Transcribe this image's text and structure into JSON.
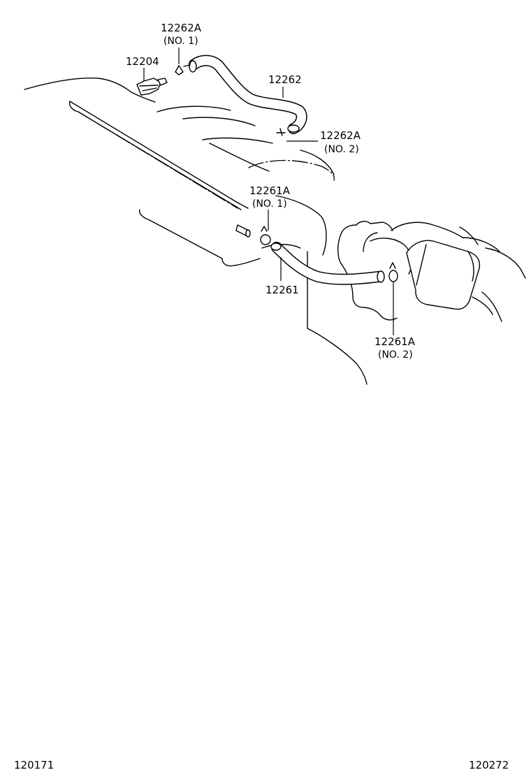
{
  "diagram": {
    "callouts": [
      {
        "id": "pcv-valve",
        "part_no": "12204"
      },
      {
        "id": "hose-12262",
        "part_no": "12262"
      },
      {
        "id": "clamp-12262a-no1",
        "part_no": "12262A",
        "qualifier": "(NO. 1)"
      },
      {
        "id": "clamp-12262a-no2",
        "part_no": "12262A",
        "qualifier": "(NO. 2)"
      },
      {
        "id": "clamp-12261a-no1",
        "part_no": "12261A",
        "qualifier": "(NO. 1)"
      },
      {
        "id": "hose-12261",
        "part_no": "12261"
      },
      {
        "id": "clamp-12261a-no2",
        "part_no": "12261A",
        "qualifier": "(NO. 2)"
      }
    ],
    "footer": {
      "left_code": "120171",
      "right_code": "120272"
    }
  }
}
